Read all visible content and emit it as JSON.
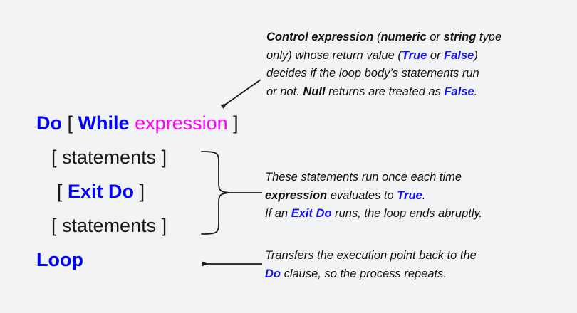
{
  "figure": {
    "title": "Do While Loop syntax diagram",
    "background_color": "#f2f3f5",
    "keyword_color": "#0000ff",
    "expression_color": "#ff00ff",
    "text_color": "#1a1a1a",
    "annotation_color": "#111111"
  },
  "syntax": {
    "line_do": {
      "keyword_do": "Do",
      "bracket_open": "[",
      "keyword_while": "While",
      "expression": "expression",
      "bracket_close": "]"
    },
    "line_statements_1": {
      "bracket_open": "[",
      "label": "statements",
      "bracket_close": "]"
    },
    "line_exit_do": {
      "bracket_open": "[",
      "keyword": "Exit Do",
      "bracket_close": "]"
    },
    "line_statements_2": {
      "bracket_open": "[",
      "label": "statements",
      "bracket_close": "]"
    },
    "line_loop": {
      "keyword_loop": "Loop"
    }
  },
  "annotations": {
    "top": {
      "s1_bold": "Control expression",
      "s2": " (",
      "s3_bold": "numeric",
      "s4": " or ",
      "s5_bold": "string",
      "s6": " type",
      "l2_a": "only) whose return value (",
      "l2_true": "True",
      "l2_b": " or ",
      "l2_false": "False",
      "l2_c": ")",
      "l3": "decides if the loop body’s statements run",
      "l4_a": "or not. ",
      "l4_null": "Null",
      "l4_b": " returns are treated as ",
      "l4_false": "False",
      "l4_c": "."
    },
    "middle": {
      "l1": "These statements run once each time",
      "l2_expr": "expression",
      "l2_a": " evaluates to ",
      "l2_true": "True",
      "l2_b": ".",
      "l3_a": "If an ",
      "l3_exitdo": "Exit Do",
      "l3_b": " runs, the loop ends abruptly."
    },
    "bottom": {
      "l1": "Transfers the execution point back to the",
      "l2_do": "Do",
      "l2_a": " clause, so the process repeats."
    }
  },
  "connectors": {
    "arrow_to_expression": "diagonal arrow pointing down-left to expression",
    "brace_statements": "right curly brace grouping the three statement lines",
    "arrow_to_loop": "horizontal arrow pointing left to Loop"
  }
}
